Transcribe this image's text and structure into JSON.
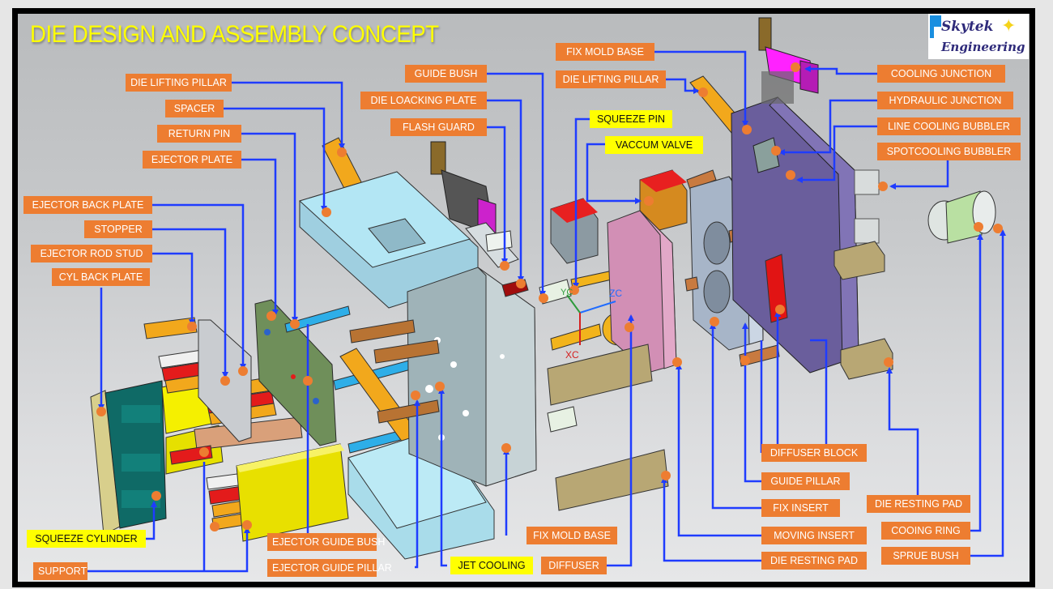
{
  "title": "DIE DESIGN AND ASSEMBLY CONCEPT",
  "logo": {
    "line1": "Skytek",
    "line2": "Engineering",
    "star": "✦"
  },
  "colors": {
    "label_bg": "#ed7d31",
    "highlight_bg": "#ffff00",
    "leader": "#1f3cff",
    "title": "#ffff00"
  },
  "labels": {
    "die_lifting_pillar_left": "DIE LIFTING PILLAR",
    "spacer": "SPACER",
    "return_pin": "RETURN PIN",
    "ejector_plate": "EJECTOR PLATE",
    "ejector_back_plate": "EJECTOR BACK PLATE",
    "stopper": "STOPPER",
    "ejector_rod_stud": "EJECTOR ROD STUD",
    "cyl_back_plate": "CYL BACK PLATE",
    "squeeze_cylinder": "SQUEEZE CYLINDER",
    "support": "SUPPORT",
    "ejector_guide_bush": "EJECTOR GUIDE BUSH",
    "ejector_guide_pillar": "EJECTOR GUIDE PILLAR",
    "jet_cooling": "JET COOLING",
    "diffuser": "DIFFUSER",
    "fix_mold_base_bottom": "FIX MOLD BASE",
    "guide_bush": "GUIDE BUSH",
    "die_loacking_plate": "DIE LOACKING PLATE",
    "flash_guard": "FLASH GUARD",
    "squeeze_pin": "SQUEEZE PIN",
    "vaccum_valve": "VACCUM VALVE",
    "fix_mold_base_top": "FIX MOLD BASE",
    "die_lifting_pillar_right": "DIE LIFTING PILLAR",
    "cooling_junction": "COOLING JUNCTION",
    "hydraulic_junction": "HYDRAULIC JUNCTION",
    "line_cooling_bubbler": "LINE COOLING BUBBLER",
    "spotcooling_bubbler": "SPOTCOOLING BUBBLER",
    "diffuser_block": "DIFFUSER BLOCK",
    "guide_pillar": "GUIDE PILLAR",
    "fix_insert": "FIX INSERT",
    "moving_insert": "MOVING INSERT",
    "die_resting_pad_bottom": "DIE RESTING PAD",
    "die_resting_pad_right": "DIE RESTING PAD",
    "cooing_ring": "COOING RING",
    "sprue_bush": "SPRUE BUSH"
  },
  "axes": {
    "x": "XC",
    "y": "YC",
    "z": "ZC"
  }
}
